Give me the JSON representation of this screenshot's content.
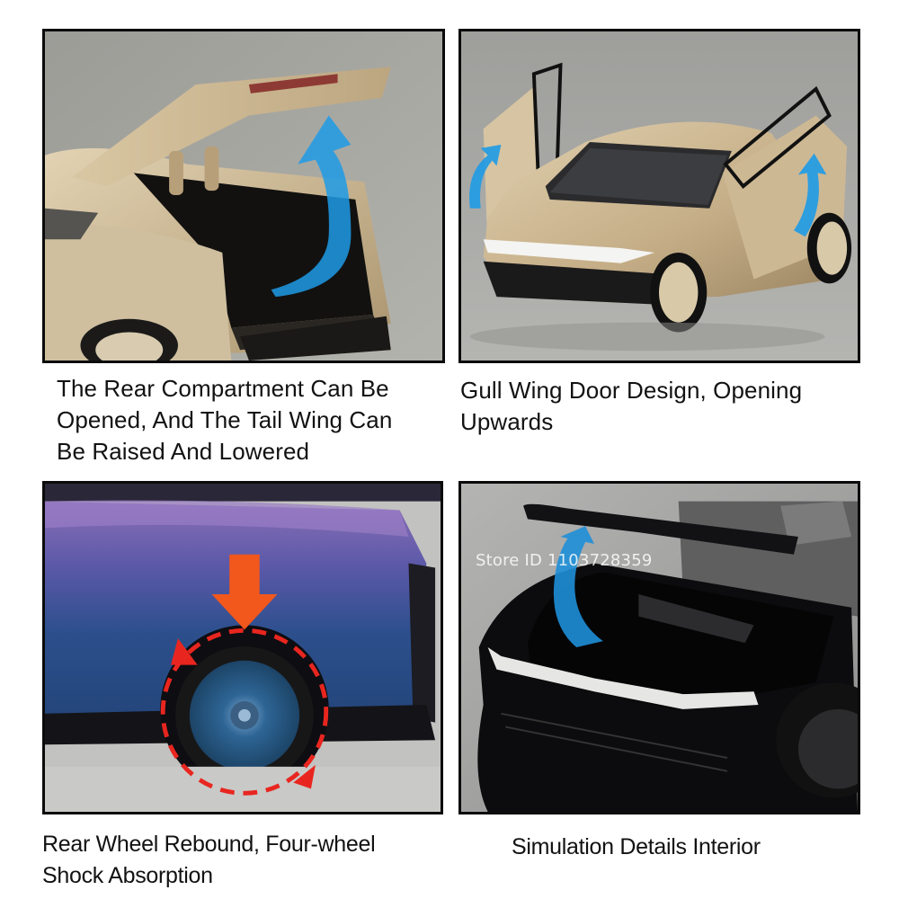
{
  "panels": [
    {
      "id": "rear-compartment",
      "caption_lines": [
        "The Rear Compartment Can Be",
        "Opened, And The Tail Wing Can",
        "Be Raised And Lowered"
      ],
      "car_color": "#cbb897",
      "arrow_color": "#1e9be6",
      "icon": "curved-up-arrow"
    },
    {
      "id": "gull-wing-doors",
      "caption_lines": [
        "Gull Wing Door Design, Opening",
        "Upwards"
      ],
      "car_color": "#c9b28e",
      "arrow_color": "#1e9be6",
      "icon": "curved-up-arrow"
    },
    {
      "id": "rear-wheel-rebound",
      "caption_lines": [
        "Rear Wheel Rebound, Four-wheel",
        "Shock Absorption"
      ],
      "car_color": "#3b3f8c",
      "arrow_color": "#f2571c",
      "dash_color": "#e8261f",
      "icon": "down-arrow"
    },
    {
      "id": "simulation-interior",
      "caption_lines": [
        "Simulation Details Interior"
      ],
      "car_color": "#0c0c0e",
      "arrow_color": "#1e8fd8",
      "icon": "curved-up-arrow"
    }
  ],
  "watermark": "Store ID 1103728359"
}
